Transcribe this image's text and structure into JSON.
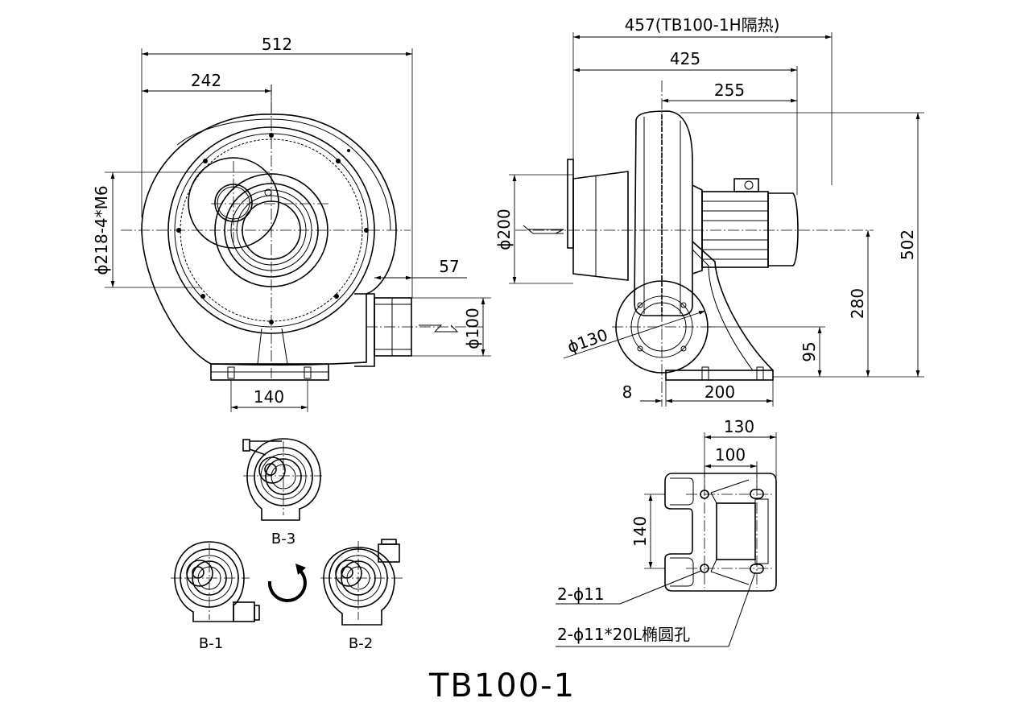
{
  "model": "TB100-1",
  "front_view": {
    "width_overall": "512",
    "width_center": "242",
    "bolt_circle": "ϕ218-4*M6",
    "outlet_length": "57",
    "outlet_diameter": "ϕ100",
    "foot_spacing": "140"
  },
  "side_view": {
    "length_insulated": "457(TB100-1H隔热)",
    "length_overall": "425",
    "length_to_center": "255",
    "inlet_diameter": "ϕ200",
    "outlet_diameter": "ϕ130",
    "height_overall": "502",
    "height_center": "280",
    "height_outlet": "95",
    "foot_offset": "8",
    "foot_length": "200"
  },
  "base_view": {
    "width_overall": "130",
    "hole_spacing_x": "100",
    "hole_spacing_y": "140",
    "round_holes": "2-ϕ11",
    "slot_holes": "2-ϕ11*20L椭圆孔"
  },
  "orientations": {
    "b1": "B-1",
    "b2": "B-2",
    "b3": "B-3"
  }
}
